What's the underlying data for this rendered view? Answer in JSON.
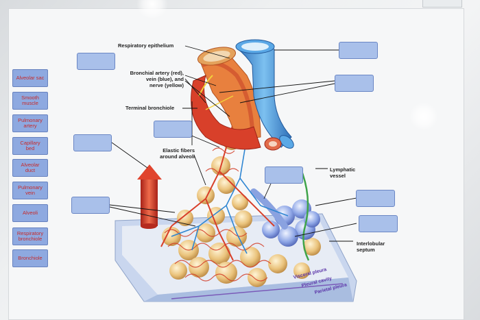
{
  "answer_bank": [
    "Alveolar sac",
    "Smooth\nmuscle",
    "Pulmonary\nartery",
    "Capillary\nbed",
    "Alveolar\nduct",
    "Pulmonary\nvein",
    "Alveoli",
    "Respiratory\nbronchiole",
    "Bronchiole"
  ],
  "diagram_labels": {
    "respiratory_epithelium": "Respiratory epithelium",
    "bronchial_artery": "Bronchial artery (red),\nvein (blue), and\nnerve (yellow)",
    "terminal_bronchiole": "Terminal bronchiole",
    "elastic_fibers": "Elastic fibers\naround alveoli",
    "lymphatic_vessel": "Lymphatic\nvessel",
    "interlobular_septum": "Interlobular\nseptum",
    "visceral_pleura": "Visceral pleura",
    "pleural_cavity": "Pleural cavity",
    "parietal_pleura": "Parietal pleura"
  },
  "colors": {
    "tag_fill": "#8ea9e0",
    "tag_text": "#c62a2a",
    "drop_fill": "#a9c0ea",
    "artery": "#d8402a",
    "vein": "#3f8fd6",
    "alveoli": "#e9c57e"
  }
}
